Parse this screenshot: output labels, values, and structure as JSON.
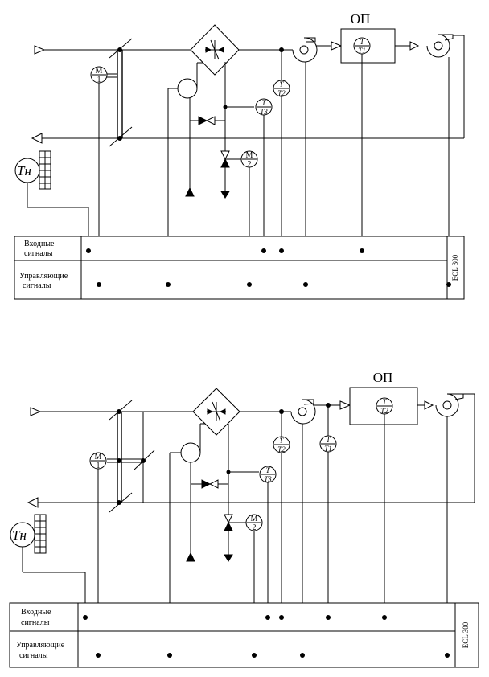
{
  "schemes": [
    {
      "id": "scheme-1",
      "title": "ОП",
      "outdoor_sensor": "Tн",
      "damper_motor": {
        "top": "M",
        "bottom": "1"
      },
      "valve_motor": {
        "top": "M",
        "bottom": "2"
      },
      "sensors": {
        "t1": {
          "top": "T",
          "bottom": "T1"
        },
        "t2": {
          "top": "T",
          "bottom": "T2"
        },
        "t3": {
          "top": "T",
          "bottom": "T3"
        }
      },
      "controller": {
        "input_label_line1": "Входные",
        "input_label_line2": "сигналы",
        "output_label_line1": "Управляющие",
        "output_label_line2": "сигналы",
        "name": "ECL 300"
      }
    },
    {
      "id": "scheme-2",
      "title": "ОП",
      "outdoor_sensor": "Tн",
      "damper_motor": {
        "top": "M",
        "bottom": "1"
      },
      "valve_motor": {
        "top": "M",
        "bottom": "2"
      },
      "sensors": {
        "t2_room": {
          "top": "T",
          "bottom": "T2"
        },
        "t2": {
          "top": "T",
          "bottom": "T2"
        },
        "t1": {
          "top": "T",
          "bottom": "T1"
        },
        "t3": {
          "top": "T",
          "bottom": "T3"
        }
      },
      "controller": {
        "input_label_line1": "Входные",
        "input_label_line2": "сигналы",
        "output_label_line1": "Управляющие",
        "output_label_line2": "сигналы",
        "name": "ECL 300"
      }
    }
  ]
}
